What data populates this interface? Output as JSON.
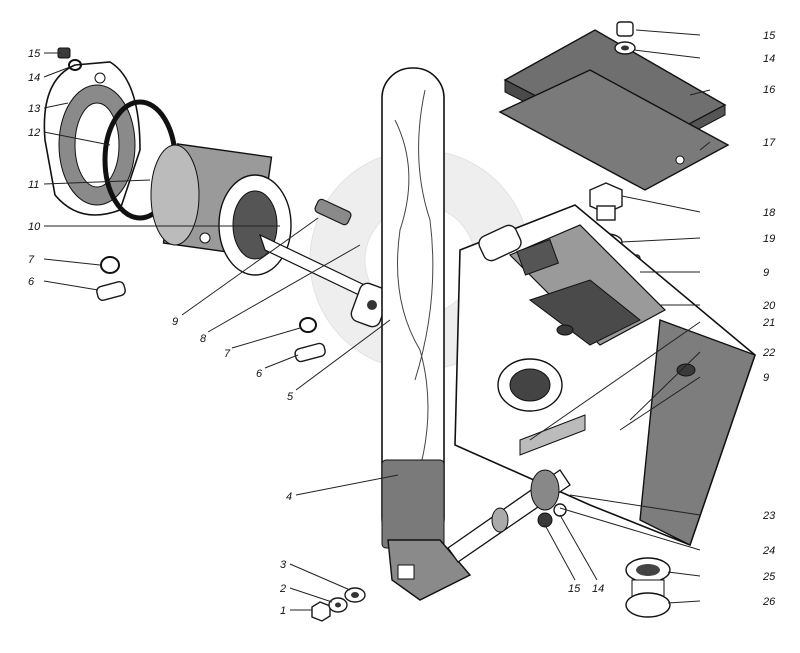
{
  "diagram": {
    "callouts": [
      {
        "id": "c15a",
        "text": "15"
      },
      {
        "id": "c14a",
        "text": "14"
      },
      {
        "id": "c13",
        "text": "13"
      },
      {
        "id": "c12",
        "text": "12"
      },
      {
        "id": "c11",
        "text": "11"
      },
      {
        "id": "c10",
        "text": "10"
      },
      {
        "id": "c7a",
        "text": "7"
      },
      {
        "id": "c6a",
        "text": "6"
      },
      {
        "id": "c9a",
        "text": "9"
      },
      {
        "id": "c8",
        "text": "8"
      },
      {
        "id": "c7b",
        "text": "7"
      },
      {
        "id": "c6b",
        "text": "6"
      },
      {
        "id": "c5",
        "text": "5"
      },
      {
        "id": "c4",
        "text": "4"
      },
      {
        "id": "c3",
        "text": "3"
      },
      {
        "id": "c2",
        "text": "2"
      },
      {
        "id": "c1",
        "text": "1"
      },
      {
        "id": "c15b",
        "text": "15"
      },
      {
        "id": "c14b",
        "text": "14"
      },
      {
        "id": "c16",
        "text": "16"
      },
      {
        "id": "c17",
        "text": "17"
      },
      {
        "id": "c18",
        "text": "18"
      },
      {
        "id": "c19",
        "text": "19"
      },
      {
        "id": "c9b",
        "text": "9"
      },
      {
        "id": "c20",
        "text": "20"
      },
      {
        "id": "c21",
        "text": "21"
      },
      {
        "id": "c22",
        "text": "22"
      },
      {
        "id": "c9c",
        "text": "9"
      },
      {
        "id": "c23",
        "text": "23"
      },
      {
        "id": "c24",
        "text": "24"
      },
      {
        "id": "c15c",
        "text": "15"
      },
      {
        "id": "c14c",
        "text": "14"
      },
      {
        "id": "c25",
        "text": "25"
      },
      {
        "id": "c26",
        "text": "26"
      }
    ]
  }
}
